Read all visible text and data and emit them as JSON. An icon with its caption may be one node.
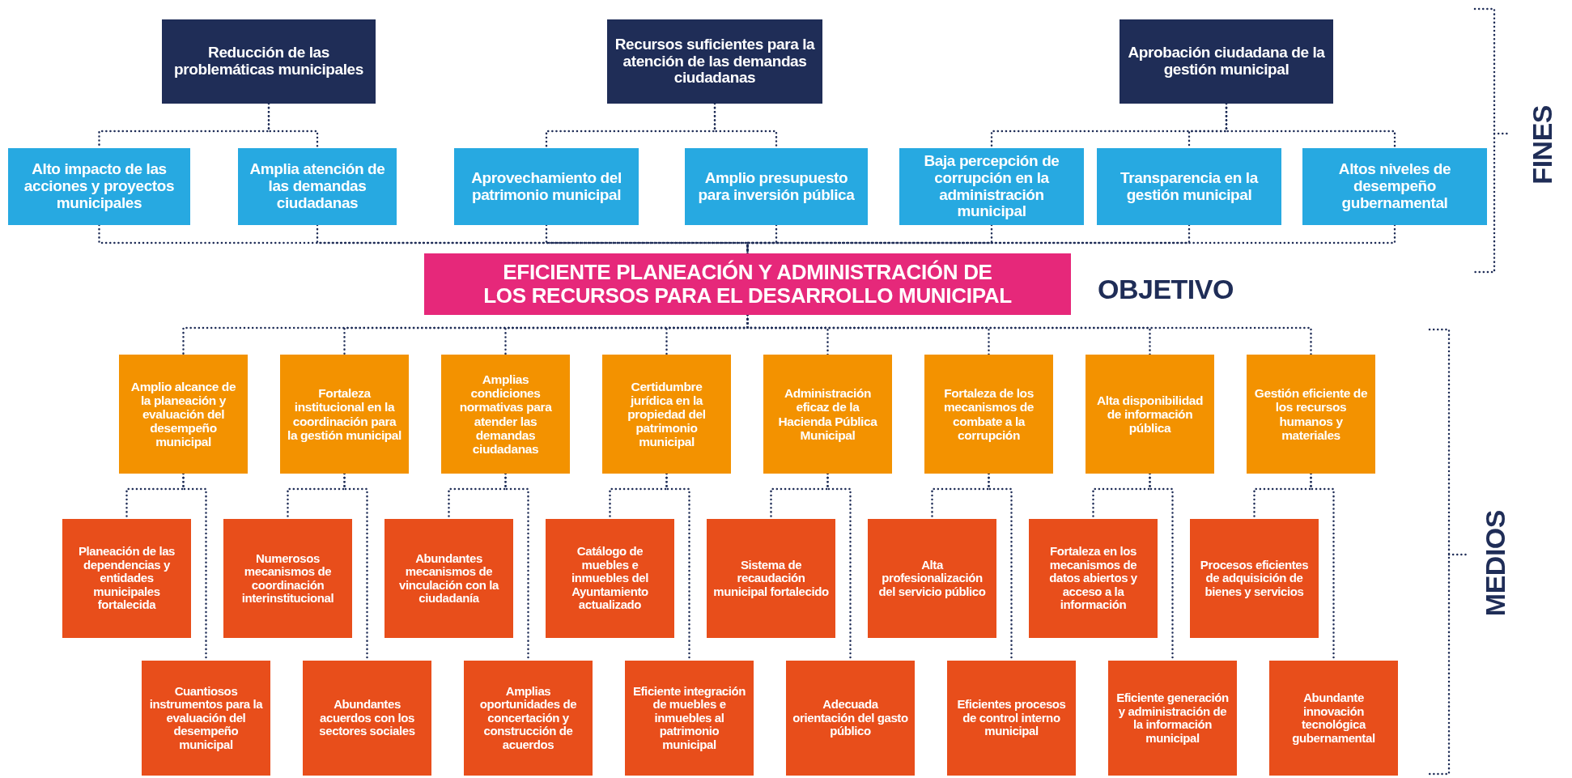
{
  "diagram": {
    "nodes": [
      {
        "text": [
          "Reducción de las problemáticas municipales"
        ]
      },
      {
        "text": [
          "Recursos suficientes para la atención de las demandas ciudadanas"
        ]
      },
      {
        "text": [
          "Aprobación ciudadana de la gestión municipal"
        ]
      },
      {
        "text": [
          "Alto impacto de las acciones y proyectos municipales"
        ]
      },
      {
        "text": [
          "Amplia atención de las demandas ciudadanas"
        ]
      },
      {
        "text": [
          "Aprovechamiento del patrimonio municipal"
        ]
      },
      {
        "text": [
          "Amplio presupuesto para inversión pública"
        ]
      },
      {
        "text": [
          "Baja percepción de corrupción en la administración municipal"
        ]
      },
      {
        "text": [
          "Transparencia en la gestión municipal"
        ]
      },
      {
        "text": [
          "Altos niveles de desempeño gubernamental"
        ]
      },
      {
        "text": [
          "EFICIENTE PLANEACIÓN Y ADMINISTRACIÓN DE LOS RECURSOS PARA EL DESARROLLO MUNICIPAL"
        ]
      },
      {
        "text": [
          "Amplio alcance de la planeación y evaluación del desempeño municipal"
        ]
      },
      {
        "text": [
          "Fortaleza institucional en la coordinación para la gestión municipal"
        ]
      },
      {
        "text": [
          "Amplias condiciones normativas para atender las demandas ciudadanas"
        ]
      },
      {
        "text": [
          "Certidumbre jurídica en la propiedad del patrimonio municipal"
        ]
      },
      {
        "text": [
          "Administración eficaz de la Hacienda Pública Municipal"
        ]
      },
      {
        "text": [
          "Fortaleza de los mecanismos de combate a la corrupción"
        ]
      },
      {
        "text": [
          "Alta disponibilidad de información pública"
        ]
      },
      {
        "text": [
          "Gestión eficiente de los recursos humanos y materiales"
        ]
      },
      {
        "text": [
          "Planeación de las dependencias y entidades municipales fortalecida"
        ]
      },
      {
        "text": [
          "Numerosos mecanismos de coordinación interinstitucional"
        ]
      },
      {
        "text": [
          "Abundantes mecanismos de vinculación con la ciudadanía"
        ]
      },
      {
        "text": [
          "Catálogo de muebles e inmuebles del Ayuntamiento actualizado"
        ]
      },
      {
        "text": [
          "Sistema de recaudación municipal fortalecido"
        ]
      },
      {
        "text": [
          "Alta profesionalización del servicio público"
        ]
      },
      {
        "text": [
          "Fortaleza en los mecanismos de datos abiertos y acceso a la información"
        ]
      },
      {
        "text": [
          "Procesos eficientes de adquisición de bienes y servicios"
        ]
      },
      {
        "text": [
          "Cuantiosos instrumentos para la evaluación del desempeño municipal"
        ]
      },
      {
        "text": [
          "Abundantes acuerdos con los sectores sociales"
        ]
      },
      {
        "text": [
          "Amplias oportunidades de concertación y construcción de acuerdos"
        ]
      },
      {
        "text": [
          "Eficiente integración de muebles e inmuebles al patrimonio municipal"
        ]
      },
      {
        "text": [
          "Adecuada orientación del gasto público"
        ]
      },
      {
        "text": [
          "Eficientes procesos de control interno municipal"
        ]
      },
      {
        "text": [
          "Eficiente generación y administración de la información municipal"
        ]
      },
      {
        "text": [
          "Abundante innovación tecnológica gubernamental"
        ]
      }
    ],
    "edges": [
      {
        "from": 0,
        "to": 3,
        "arrow": "none"
      },
      {
        "from": 0,
        "to": 4,
        "arrow": "none"
      },
      {
        "from": 1,
        "to": 5,
        "arrow": "none"
      },
      {
        "from": 1,
        "to": 6,
        "arrow": "none"
      },
      {
        "from": 2,
        "to": 7,
        "arrow": "none"
      },
      {
        "from": 2,
        "to": 8,
        "arrow": "none"
      },
      {
        "from": 2,
        "to": 9,
        "arrow": "none"
      },
      {
        "from": 3,
        "to": 10,
        "arrow": "none"
      },
      {
        "from": 4,
        "to": 10,
        "arrow": "none"
      },
      {
        "from": 5,
        "to": 10,
        "arrow": "none"
      },
      {
        "from": 6,
        "to": 10,
        "arrow": "none"
      },
      {
        "from": 7,
        "to": 10,
        "arrow": "none"
      },
      {
        "from": 8,
        "to": 10,
        "arrow": "none"
      },
      {
        "from": 9,
        "to": 10,
        "arrow": "none"
      },
      {
        "from": 10,
        "to": 11,
        "arrow": "none"
      },
      {
        "from": 10,
        "to": 12,
        "arrow": "none"
      },
      {
        "from": 10,
        "to": 13,
        "arrow": "none"
      },
      {
        "from": 10,
        "to": 14,
        "arrow": "none"
      },
      {
        "from": 10,
        "to": 15,
        "arrow": "none"
      },
      {
        "from": 10,
        "to": 16,
        "arrow": "none"
      },
      {
        "from": 10,
        "to": 17,
        "arrow": "none"
      },
      {
        "from": 10,
        "to": 18,
        "arrow": "none"
      },
      {
        "from": 11,
        "to": 19,
        "arrow": "none"
      },
      {
        "from": 11,
        "to": 27,
        "arrow": "none"
      },
      {
        "from": 12,
        "to": 20,
        "arrow": "none"
      },
      {
        "from": 12,
        "to": 28,
        "arrow": "none"
      },
      {
        "from": 13,
        "to": 21,
        "arrow": "none"
      },
      {
        "from": 13,
        "to": 29,
        "arrow": "none"
      },
      {
        "from": 14,
        "to": 22,
        "arrow": "none"
      },
      {
        "from": 14,
        "to": 30,
        "arrow": "none"
      },
      {
        "from": 15,
        "to": 23,
        "arrow": "none"
      },
      {
        "from": 15,
        "to": 31,
        "arrow": "none"
      },
      {
        "from": 16,
        "to": 24,
        "arrow": "none"
      },
      {
        "from": 16,
        "to": 32,
        "arrow": "none"
      },
      {
        "from": 17,
        "to": 25,
        "arrow": "none"
      },
      {
        "from": 17,
        "to": 33,
        "arrow": "none"
      },
      {
        "from": 18,
        "to": 26,
        "arrow": "none"
      },
      {
        "from": 18,
        "to": 34,
        "arrow": "none"
      }
    ],
    "labels": [
      "FINES",
      "OBJETIVO",
      "MEDIOS"
    ]
  }
}
